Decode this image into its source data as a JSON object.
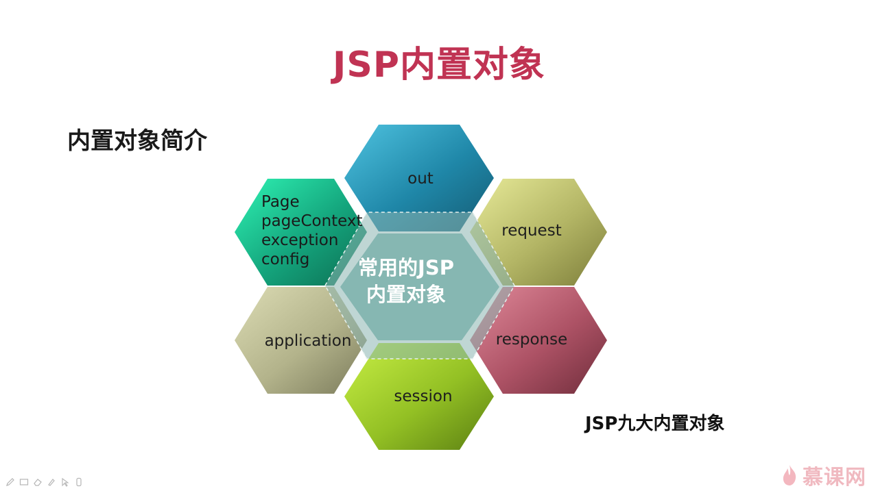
{
  "slide": {
    "title": "JSP内置对象",
    "subtitle": "内置对象简介",
    "caption": "JSP九大内置对象"
  },
  "diagram": {
    "center": {
      "line1": "常用的JSP",
      "line2": "内置对象"
    },
    "hexagons": {
      "top": "out",
      "upper_right": "request",
      "lower_right": "response",
      "bottom": "session",
      "lower_left": "application",
      "upper_left": [
        "Page",
        "pageContext",
        "exception",
        "config"
      ]
    },
    "colors": {
      "title": "#c03353",
      "top": "#1c7f9e",
      "upper_right": "#a6a85a",
      "lower_right": "#a24a5c",
      "bottom": "#8fbf22",
      "lower_left": "#b4b48a",
      "upper_left": "#14a47c",
      "center": "#86b7b2"
    }
  },
  "toolbar": {
    "icons": [
      "pen-icon",
      "screen-icon",
      "eraser-icon",
      "highlighter-icon",
      "pointer-icon",
      "zoom-icon"
    ]
  },
  "logo": {
    "text": "慕课网",
    "icon": "flame-icon"
  }
}
